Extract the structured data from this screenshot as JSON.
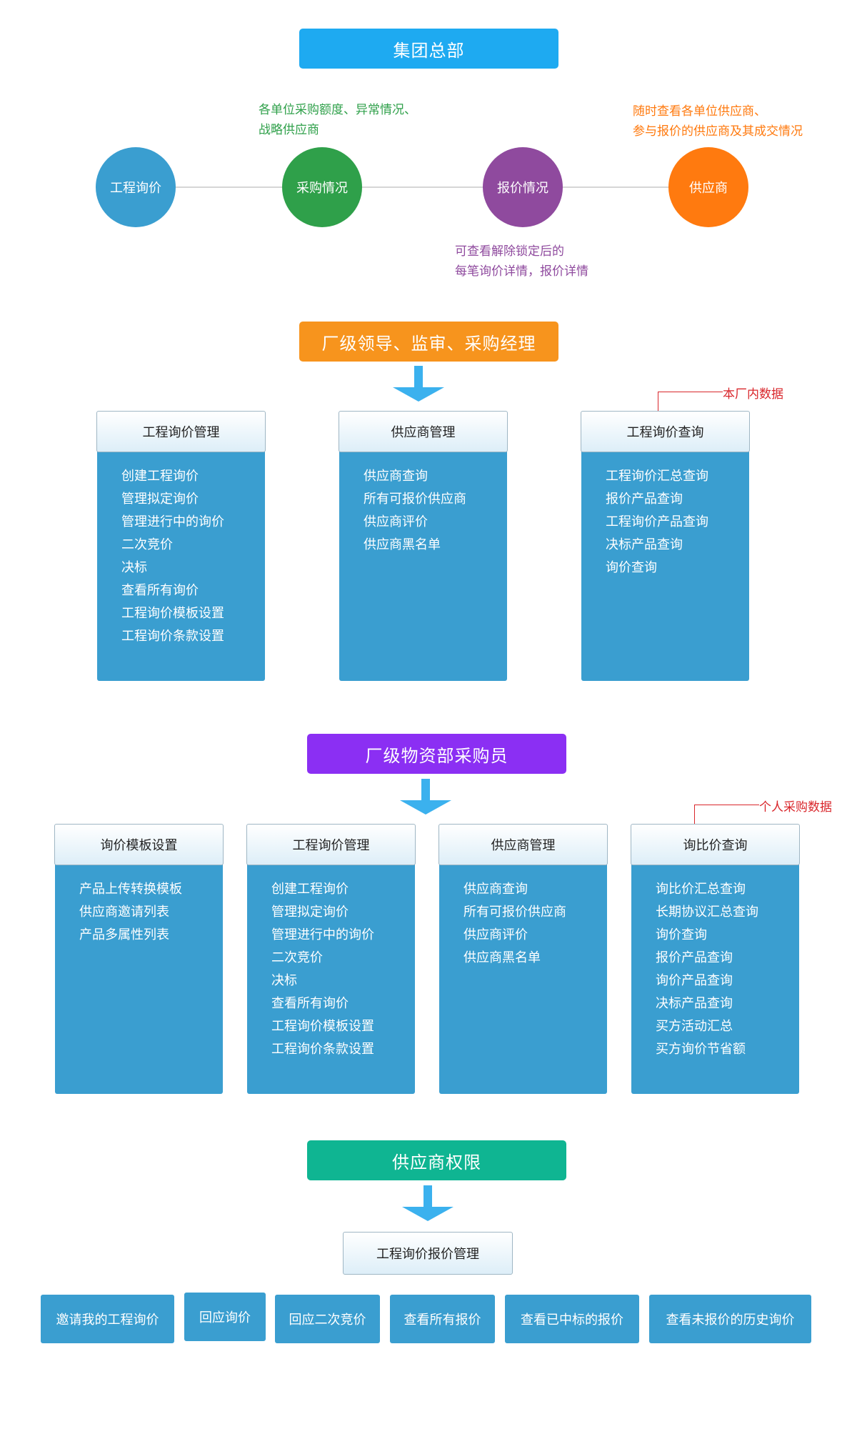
{
  "hq": {
    "title": "集团总部",
    "color": "#1eaaf1"
  },
  "hq_row": {
    "circles": [
      {
        "label": "工程询价",
        "color": "#3a9ed0"
      },
      {
        "label": "采购情况",
        "color": "#2fa04a"
      },
      {
        "label": "报价情况",
        "color": "#8f4a9e"
      },
      {
        "label": "供应商",
        "color": "#ff7a0f"
      }
    ],
    "notes": {
      "purchase": [
        "各单位采购额度、异常情况、",
        "战略供应商"
      ],
      "supplier": [
        "随时查看各单位供应商、",
        "参与报价的供应商及其成交情况"
      ],
      "quote": [
        "可查看解除锁定后的",
        "每笔询价详情，报价详情"
      ]
    },
    "note_colors": {
      "purchase": "#2fa04a",
      "supplier": "#ff7a0f",
      "quote": "#8f4a9e"
    }
  },
  "factory_leaders": {
    "title": "厂级领导、监审、采购经理",
    "color": "#f7941d",
    "red_note": "本厂内数据",
    "cards": [
      {
        "title": "工程询价管理",
        "items": [
          "创建工程询价",
          "管理拟定询价",
          "管理进行中的询价",
          "二次竞价",
          "决标",
          "查看所有询价",
          "工程询价模板设置",
          "工程询价条款设置"
        ]
      },
      {
        "title": "供应商管理",
        "items": [
          "供应商查询",
          "所有可报价供应商",
          "供应商评价",
          "供应商黑名单"
        ]
      },
      {
        "title": "工程询价查询",
        "items": [
          "工程询价汇总查询",
          "报价产品查询",
          "工程询价产品查询",
          "决标产品查询",
          "询价查询"
        ]
      }
    ]
  },
  "purchaser": {
    "title": "厂级物资部采购员",
    "color": "#8b2ff3",
    "red_note": "个人采购数据",
    "cards": [
      {
        "title": "询价模板设置",
        "items": [
          "产品上传转换模板",
          "供应商邀请列表",
          "产品多属性列表"
        ]
      },
      {
        "title": "工程询价管理",
        "items": [
          "创建工程询价",
          "管理拟定询价",
          "管理进行中的询价",
          "二次竞价",
          "决标",
          "查看所有询价",
          "工程询价模板设置",
          "工程询价条款设置"
        ]
      },
      {
        "title": "供应商管理",
        "items": [
          "供应商查询",
          "所有可报价供应商",
          "供应商评价",
          "供应商黑名单"
        ]
      },
      {
        "title": "询比价查询",
        "items": [
          "询比价汇总查询",
          "长期协议汇总查询",
          "询价查询",
          "报价产品查询",
          "询价产品查询",
          "决标产品查询",
          "买方活动汇总",
          "买方询价节省额"
        ]
      }
    ]
  },
  "supplier_perm": {
    "title": "供应商权限",
    "color": "#0fb592",
    "box": "工程询价报价管理",
    "buttons": [
      "邀请我的工程询价",
      "回应询价",
      "回应二次竞价",
      "查看所有报价",
      "查看已中标的报价",
      "查看未报价的历史询价"
    ]
  },
  "arrow_color": "#3bb1ee"
}
